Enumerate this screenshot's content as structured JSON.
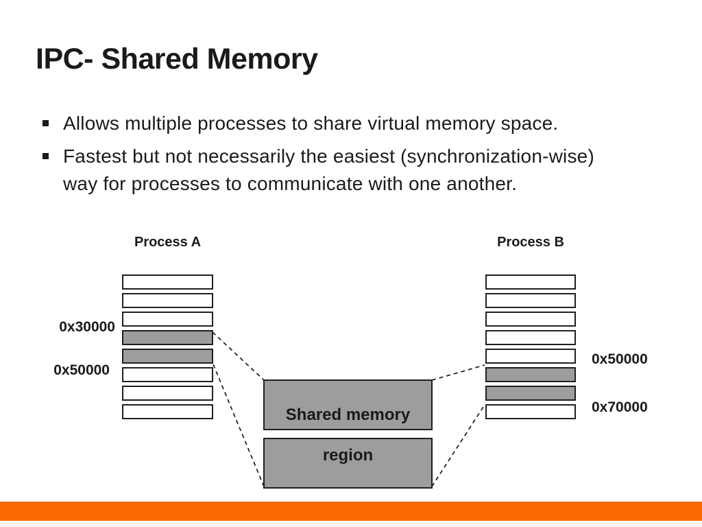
{
  "slide": {
    "title": "IPC- Shared Memory",
    "bullets": [
      {
        "lines": [
          "Allows multiple processes to share virtual memory space."
        ]
      },
      {
        "lines": [
          "Fastest but not necessarily the easiest (synchronization-wise)",
          "way for processes to communicate with one another."
        ]
      }
    ]
  },
  "diagram": {
    "process_a": {
      "label": "Process A",
      "cells": [
        "white",
        "white",
        "white",
        "gray",
        "gray",
        "white",
        "white",
        "white"
      ]
    },
    "process_b": {
      "label": "Process B",
      "cells": [
        "white",
        "white",
        "white",
        "white",
        "white",
        "gray",
        "gray",
        "white"
      ]
    },
    "address_labels": {
      "a_upper": "0x30000",
      "a_lower": "0x50000",
      "b_upper": "0x50000",
      "b_lower": "0x70000"
    },
    "shared_memory": {
      "line1": "Shared memory",
      "line2": "region"
    }
  },
  "colors": {
    "accent_orange": "#F96A00",
    "cell_gray": "#9D9D9D",
    "text": "#1A1A1A"
  }
}
